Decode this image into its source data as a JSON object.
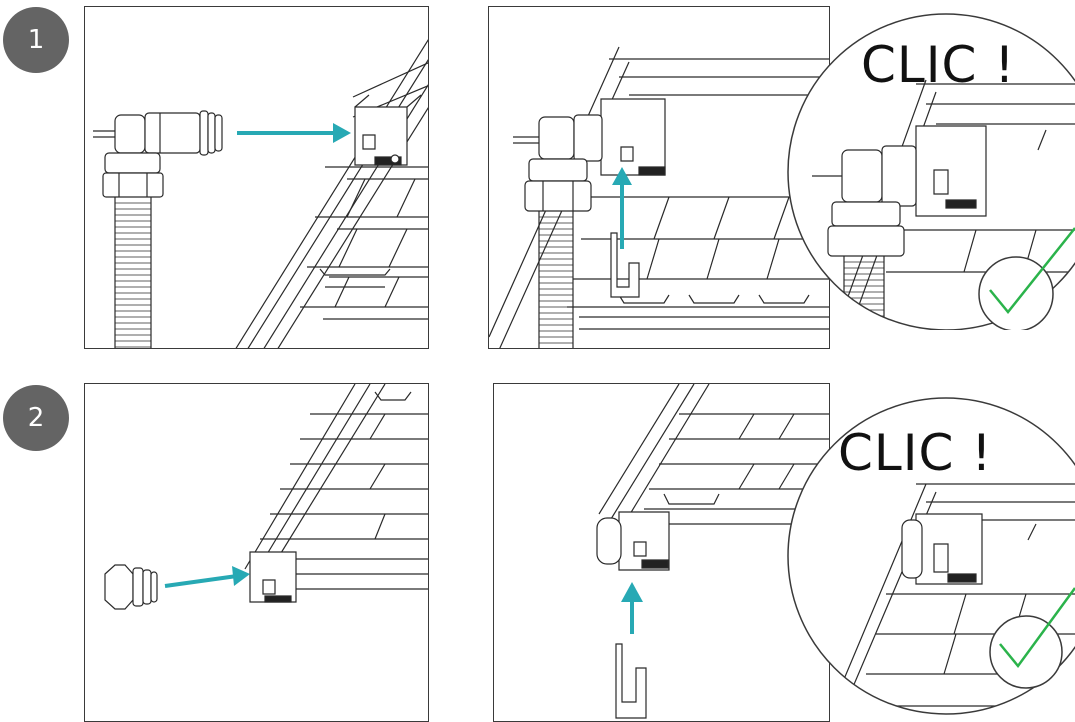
{
  "steps": [
    {
      "number": "1",
      "zoom_label": "CLIC !"
    },
    {
      "number": "2",
      "zoom_label": "CLIC !"
    }
  ],
  "colors": {
    "arrow": "#27a9b4",
    "check": "#2bb34b",
    "step_badge": "#646464",
    "line": "#2a2a2a"
  }
}
